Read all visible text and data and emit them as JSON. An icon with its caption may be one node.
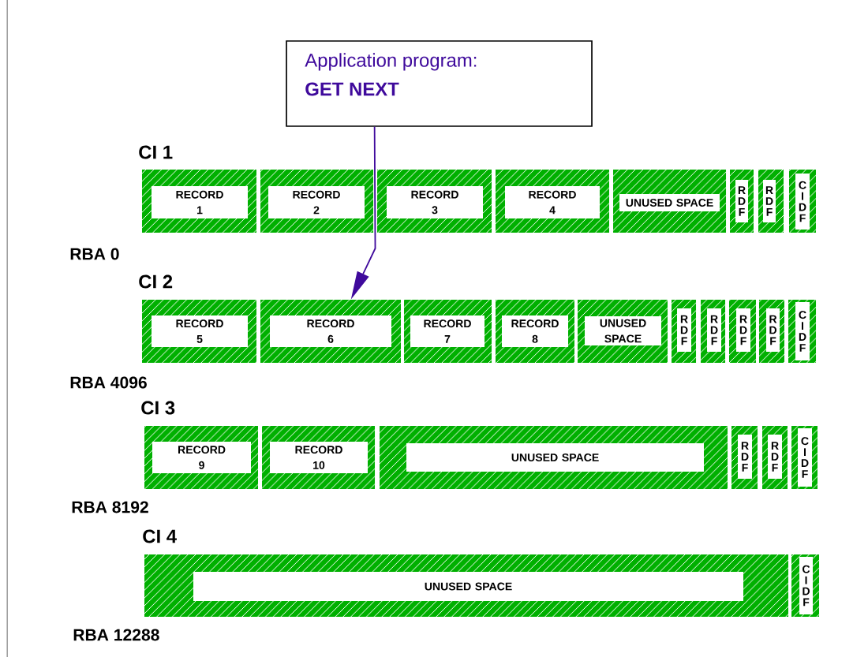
{
  "diagram": {
    "nodes": [
      {
        "text": [
          "Application program:",
          "GET NEXT"
        ]
      },
      {
        "text": [
          "RECORD 1"
        ]
      },
      {
        "text": [
          "RECORD 2"
        ]
      },
      {
        "text": [
          "RECORD 3"
        ]
      },
      {
        "text": [
          "RECORD 4"
        ]
      },
      {
        "text": [
          "UNUSED SPACE"
        ]
      },
      {
        "text": [
          "RDF"
        ]
      },
      {
        "text": [
          "RDF"
        ]
      },
      {
        "text": [
          "CIDF"
        ]
      },
      {
        "text": [
          "RECORD 5"
        ]
      },
      {
        "text": [
          "RECORD 6"
        ]
      },
      {
        "text": [
          "RECORD 7"
        ]
      },
      {
        "text": [
          "RECORD 8"
        ]
      },
      {
        "text": [
          "UNUSED SPACE"
        ]
      },
      {
        "text": [
          "RDF"
        ]
      },
      {
        "text": [
          "RDF"
        ]
      },
      {
        "text": [
          "RDF"
        ]
      },
      {
        "text": [
          "RDF"
        ]
      },
      {
        "text": [
          "CIDF"
        ]
      },
      {
        "text": [
          "RECORD 9"
        ]
      },
      {
        "text": [
          "RECORD 10"
        ]
      },
      {
        "text": [
          "UNUSED SPACE"
        ]
      },
      {
        "text": [
          "RDF"
        ]
      },
      {
        "text": [
          "RDF"
        ]
      },
      {
        "text": [
          "CIDF"
        ]
      },
      {
        "text": [
          "UNUSED SPACE"
        ]
      },
      {
        "text": [
          "CIDF"
        ]
      }
    ],
    "edges": [
      {
        "from": 0,
        "to": 10,
        "arrow": "to"
      }
    ],
    "labels": [
      "CI 1",
      "RBA 0",
      "CI 2",
      "RBA 4096",
      "CI 3",
      "RBA 8192",
      "CI 4",
      "RBA 12288"
    ]
  }
}
